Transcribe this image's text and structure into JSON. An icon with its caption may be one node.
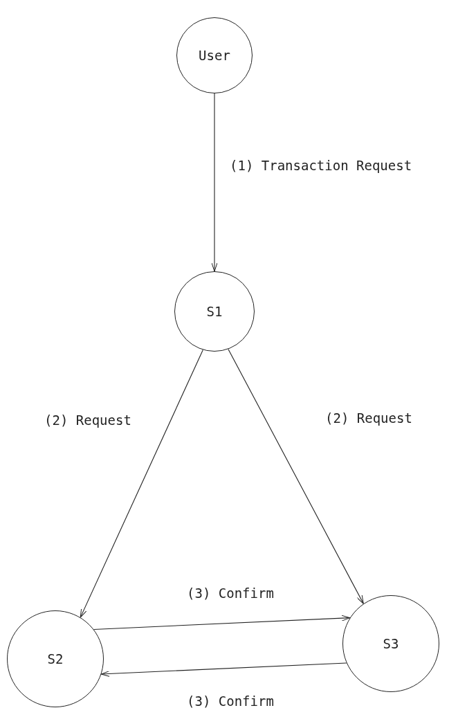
{
  "diagram": {
    "nodes": [
      {
        "text": [
          "User"
        ]
      },
      {
        "text": [
          "S1"
        ]
      },
      {
        "text": [
          "S2"
        ]
      },
      {
        "text": [
          "S3"
        ]
      }
    ],
    "edges": [
      {
        "from": 0,
        "to": 1,
        "arrow": "to",
        "label": "(1) Transaction Request"
      },
      {
        "from": 1,
        "to": 2,
        "arrow": "to",
        "label": "(2) Request"
      },
      {
        "from": 1,
        "to": 3,
        "arrow": "to",
        "label": "(2) Request"
      },
      {
        "from": 2,
        "to": 3,
        "arrow": "to",
        "label": "(3) Confirm"
      },
      {
        "from": 3,
        "to": 2,
        "arrow": "to",
        "label": "(3) Confirm"
      }
    ]
  }
}
